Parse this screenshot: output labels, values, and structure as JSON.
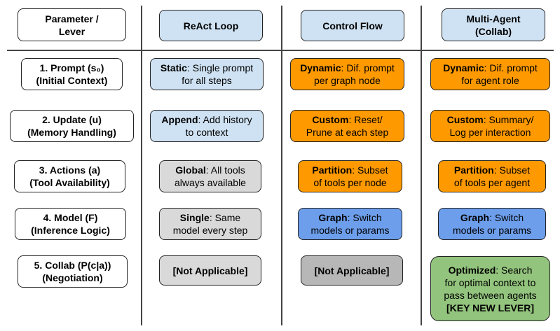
{
  "headers": {
    "parameter": "Parameter /\nLever",
    "react": "ReAct Loop",
    "control": "Control Flow",
    "multi": "Multi-Agent\n(Collab)"
  },
  "rows": [
    {
      "label": "1. Prompt (s₀)\n(Initial Context)",
      "react": {
        "key": "Static",
        "text": ": Single prompt\nfor all steps"
      },
      "control": {
        "key": "Dynamic",
        "text": ": Dif. prompt\nper graph node"
      },
      "multi": {
        "key": "Dynamic",
        "text": ": Dif. prompt\nfor agent role"
      }
    },
    {
      "label": "2. Update (u)\n(Memory Handling)",
      "react": {
        "key": "Append",
        "text": ": Add history\nto context"
      },
      "control": {
        "key": "Custom",
        "text": ": Reset/\nPrune at each step"
      },
      "multi": {
        "key": "Custom",
        "text": ": Summary/\nLog per interaction"
      }
    },
    {
      "label": "3. Actions (a)\n(Tool Availability)",
      "react": {
        "key": "Global",
        "text": ": All tools\nalways available"
      },
      "control": {
        "key": "Partition",
        "text": ": Subset\nof tools per node"
      },
      "multi": {
        "key": "Partition",
        "text": ": Subset\nof tools per agent"
      }
    },
    {
      "label": "4. Model (F)\n(Inference Logic)",
      "react": {
        "key": "Single",
        "text": ": Same\nmodel every step"
      },
      "control": {
        "key": "Graph",
        "text": ": Switch\nmodels or params"
      },
      "multi": {
        "key": "Graph",
        "text": ": Switch\nmodels or params"
      }
    },
    {
      "label": "5. Collab (P(c|a))\n(Negotiation)",
      "react": {
        "key": "[Not Applicable]",
        "text": ""
      },
      "control": {
        "key": "[Not Applicable]",
        "text": ""
      },
      "multi": {
        "key": "Optimized",
        "text": ": Search\nfor optimal context to\npass between agents",
        "extra": "[KEY NEW LEVER]"
      }
    }
  ]
}
